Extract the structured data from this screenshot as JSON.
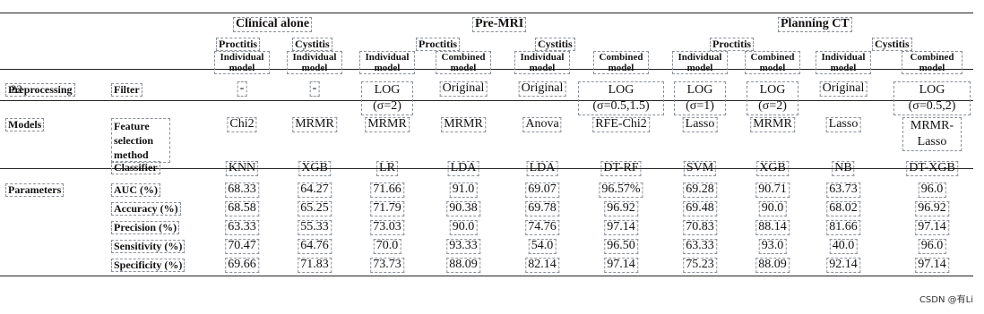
{
  "groups": {
    "clinical": "Clinical alone",
    "premri": "Pre-MRI",
    "planning": "Planning CT"
  },
  "subgroups": [
    "Proctitis",
    "Cystitis",
    "Proctitis",
    "Cystitis",
    "Proctitis",
    "Cystitis"
  ],
  "model_types": [
    "Individual model",
    "Individual model",
    "Individual model",
    "Combined model",
    "Individual model",
    "Combined model",
    "Individual model",
    "Combined model",
    "Individual model",
    "Combined model"
  ],
  "row_labels": {
    "preprocessing": "Preprocessing",
    "preprocessing_overlay": "22",
    "filter": "Filter",
    "models": "Models",
    "feature_selection": "Feature selection method",
    "classifier": "Classifier",
    "parameters": "Parameters"
  },
  "filters": [
    "-",
    "-",
    "LOG (σ=2)",
    "Original",
    "Original",
    "LOG (σ=0.5,1.5)",
    "LOG (σ=1)",
    "LOG (σ=2)",
    "Original",
    "LOG (σ=0.5,2)"
  ],
  "feature_selection": [
    "Chi2",
    "MRMR",
    "MRMR",
    "MRMR",
    "Anova",
    "RFE-Chi2",
    "Lasso",
    "MRMR",
    "Lasso",
    "MRMR-Lasso"
  ],
  "classifiers": [
    "KNN",
    "XGB",
    "LR",
    "LDA",
    "LDA",
    "DT-RF",
    "SVM",
    "XGB",
    "NB",
    "DT-XGB"
  ],
  "metrics": [
    {
      "label": "AUC (%)",
      "values": [
        "68.33",
        "64.27",
        "71.66",
        "91.0",
        "69.07",
        "96.57%",
        "69.28",
        "90.71",
        "63.73",
        "96.0"
      ]
    },
    {
      "label": "Accuracy (%)",
      "values": [
        "68.58",
        "65.25",
        "71.79",
        "90.38",
        "69.78",
        "96.92",
        "69.48",
        "90.0",
        "68.02",
        "96.92"
      ]
    },
    {
      "label": "Precision (%)",
      "values": [
        "63.33",
        "55.33",
        "73.03",
        "90.0",
        "74.76",
        "97.14",
        "70.83",
        "88.14",
        "81.66",
        "97.14"
      ]
    },
    {
      "label": "Sensitivity (%)",
      "values": [
        "70.47",
        "64.76",
        "70.0",
        "93.33",
        "54.0",
        "96.50",
        "63.33",
        "93.0",
        "40.0",
        "96.0"
      ]
    },
    {
      "label": "Specificity (%)",
      "values": [
        "69.66",
        "71.83",
        "73.73",
        "88.09",
        "82.14",
        "97.14",
        "75.23",
        "88.09",
        "92.14",
        "97.14"
      ]
    }
  ],
  "watermark": "CSDN @有Li"
}
